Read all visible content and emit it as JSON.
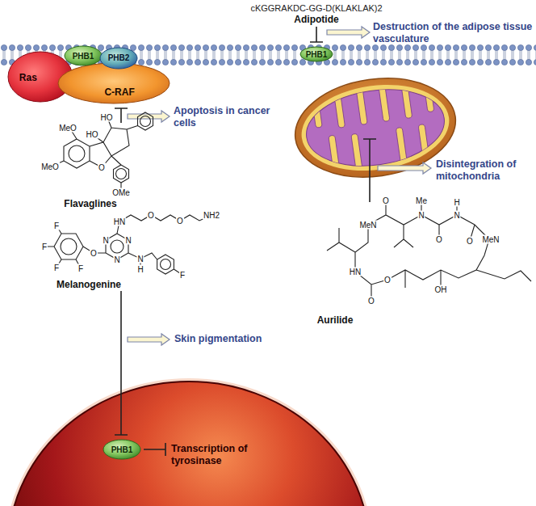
{
  "diagram": {
    "nodes": [
      {
        "text": [
          "PHB1"
        ]
      },
      {
        "text": [
          "Ras"
        ]
      },
      {
        "text": [
          "PHB1"
        ]
      },
      {
        "text": [
          "PHB2"
        ]
      },
      {
        "text": [
          "C-RAF"
        ]
      },
      {
        "text": [
          "Transcription of tyrosinase"
        ]
      },
      {
        "text": [
          "PHB1"
        ],
        "in": 5
      }
    ],
    "labels": [
      "cKGGRAKDC-GG-D(KLAKLAK)2",
      "Adipotide",
      "Destruction of the adipose tissue vasculature",
      "Apoptosis in cancer cells",
      "MeO",
      "MeO",
      "HO",
      "HO",
      "O",
      "OMe",
      "Flavaglines",
      "Disintegration of mitochondria",
      "HN",
      "MeN",
      "O",
      "Me",
      "N",
      "O",
      "N",
      "H",
      "O",
      "MeN",
      "O",
      "O",
      "OH",
      "Aurilide",
      "F",
      "F",
      "F",
      "F",
      "O",
      "N",
      "N",
      "N",
      "HN",
      "O",
      "O",
      "NH2",
      "N",
      "H",
      "F",
      "Melanogenine",
      "Skin pigmentation"
    ]
  }
}
